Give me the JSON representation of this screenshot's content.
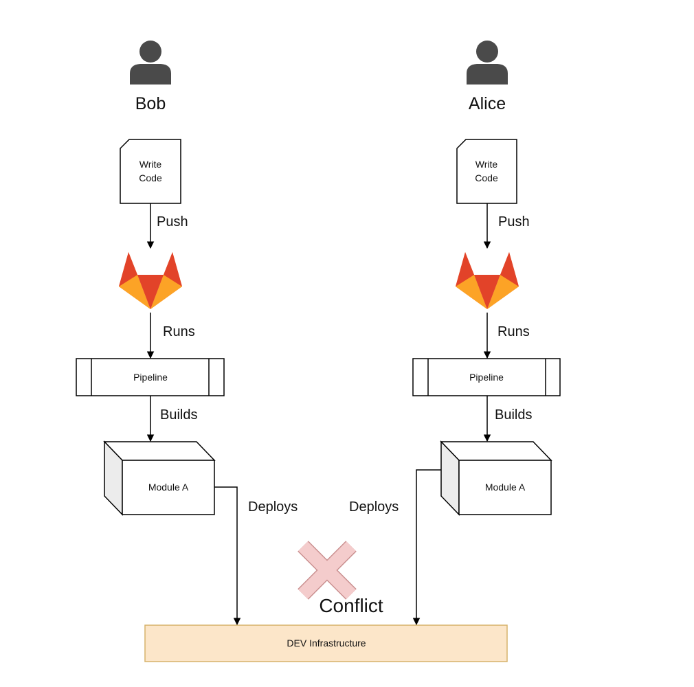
{
  "actors": [
    {
      "name": "Bob",
      "code_box": {
        "line1": "Write",
        "line2": "Code"
      },
      "push_label": "Push",
      "runs_label": "Runs",
      "pipeline_label": "Pipeline",
      "builds_label": "Builds",
      "module_label": "Module A",
      "deploys_label": "Deploys"
    },
    {
      "name": "Alice",
      "code_box": {
        "line1": "Write",
        "line2": "Code"
      },
      "push_label": "Push",
      "runs_label": "Runs",
      "pipeline_label": "Pipeline",
      "builds_label": "Builds",
      "module_label": "Module A",
      "deploys_label": "Deploys"
    }
  ],
  "conflict": {
    "label": "Conflict",
    "icon": "x-cross-icon",
    "color": "#f4cccc"
  },
  "infrastructure": {
    "label": "DEV Infrastructure",
    "fill": "#fce6c9",
    "stroke": "#d6b26a"
  },
  "colors": {
    "user_icon": "#4a4a4a",
    "gitlab_dark": "#e24329",
    "gitlab_mid": "#fc6d26",
    "gitlab_light": "#fca326"
  }
}
